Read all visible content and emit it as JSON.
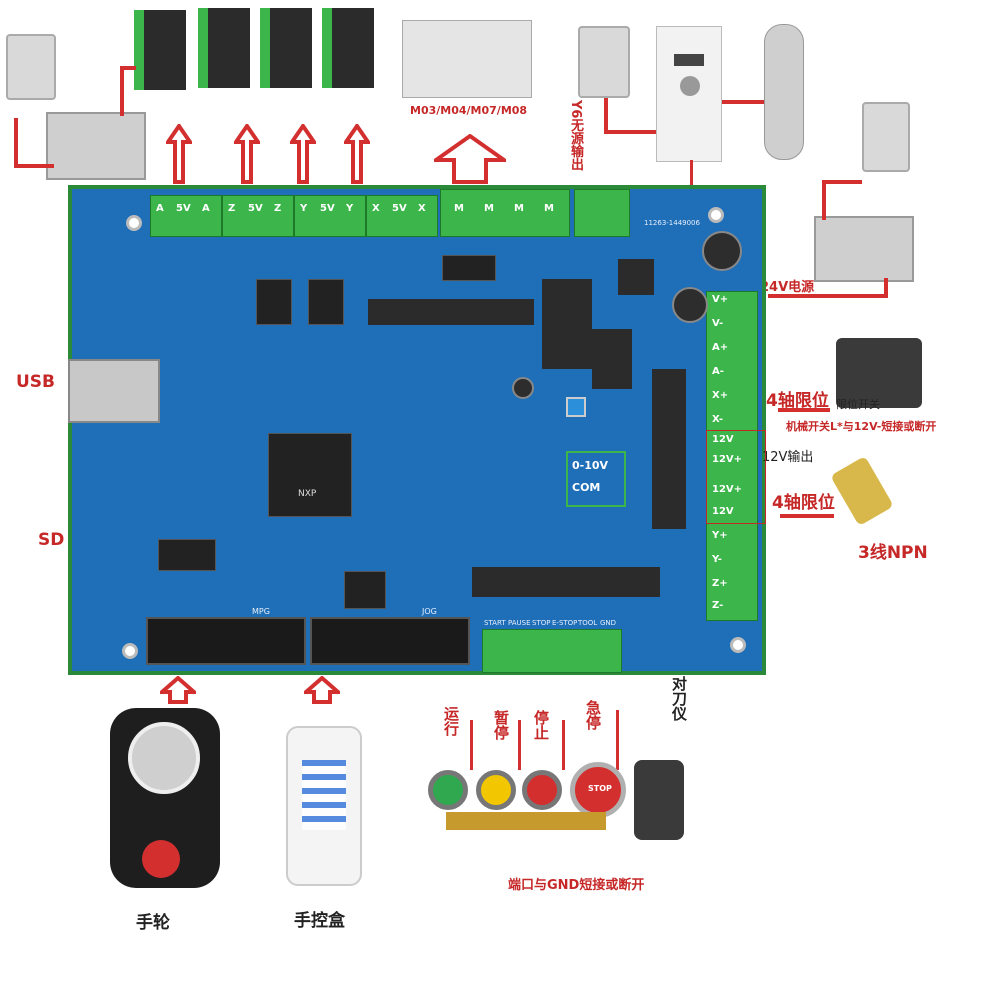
{
  "labels": {
    "usb": "USB",
    "sd": "SD",
    "relay_outputs": "M03/M04/M07/M08",
    "y6_output": "Y6无源输出",
    "psu_24v": "24V电源",
    "limit_4axis_top": "4轴限位",
    "limit_4axis_bottom": "4轴限位",
    "limit_switch_tag": "限位开关",
    "mech_switch_note": "机械开关L*与12V-短接或断开",
    "out_12v": "12V输出",
    "npn_3wire": "3线NPN",
    "mpg_name": "手轮",
    "jog_box_name": "手控盒",
    "btn_run": "运行",
    "btn_pause": "暂停",
    "btn_stop": "停止",
    "btn_estop": "急停",
    "btn_tool": "对刀仪",
    "port_note": "端口与GND短接或断开",
    "estop_cap": "STOP"
  },
  "board": {
    "header_mpg": "MPG",
    "header_jog": "JOG",
    "analog_0_10v": "0-10V",
    "analog_com": "COM",
    "top_terminals": [
      "A",
      "5V",
      "A",
      "Z",
      "5V",
      "Z",
      "Y",
      "5V",
      "Y",
      "X",
      "5V",
      "X"
    ],
    "relay_terminals": [
      "M",
      "M",
      "M",
      "M"
    ],
    "right_terminals": [
      "V+",
      "V-",
      "A+",
      "A-",
      "X+",
      "X-",
      "12V",
      "12V+",
      "12V+",
      "12V",
      "Y+",
      "Y-",
      "Z+",
      "Z-"
    ],
    "bottom_terminals": [
      "START",
      "PAUSE",
      "STOP",
      "E-STOP",
      "TOOL",
      "GND"
    ],
    "chip_main": "NXP",
    "pcb_code": "11263-1449006"
  },
  "colors": {
    "board_blue": "#1f6fb8",
    "terminal_green": "#3cb64a",
    "wire_red": "#d32f2f",
    "label_red": "#c62828"
  },
  "icons": {
    "run_button": "green-pushbutton",
    "pause_button": "yellow-pushbutton",
    "stop_button": "red-pushbutton",
    "estop_button": "red-mushroom-button",
    "tool_setter": "tool-setter-probe"
  }
}
